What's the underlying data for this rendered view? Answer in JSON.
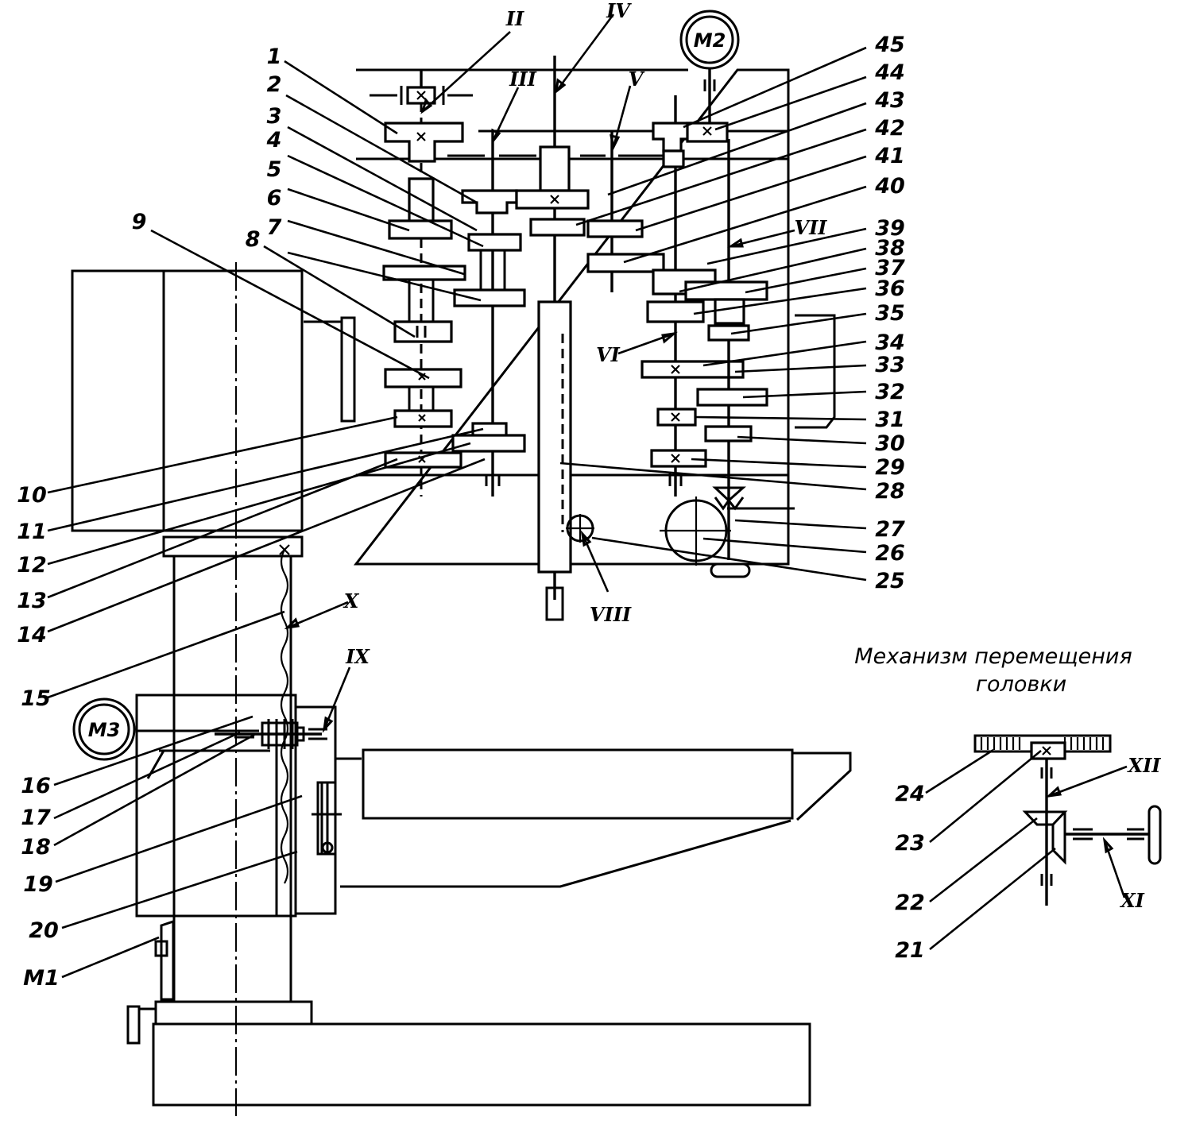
{
  "diagram": {
    "type": "kinematic-scheme",
    "caption_line1": "Механизм перемещения",
    "caption_line2": "головки",
    "motors": {
      "m1": "M1",
      "m2": "M2",
      "m3": "M3"
    },
    "shafts": {
      "II": "II",
      "III": "III",
      "IV": "IV",
      "V": "V",
      "VI": "VI",
      "VII": "VII",
      "VIII": "VIII",
      "IX": "IX",
      "X": "X",
      "XI": "XI",
      "XII": "XII"
    },
    "part_labels": {
      "p1": "1",
      "p2": "2",
      "p3": "3",
      "p4": "4",
      "p5": "5",
      "p6": "6",
      "p7": "7",
      "p8": "8",
      "p9": "9",
      "p10": "10",
      "p11": "11",
      "p12": "12",
      "p13": "13",
      "p14": "14",
      "p15": "15",
      "p16": "16",
      "p17": "17",
      "p18": "18",
      "p19": "19",
      "p20": "20",
      "p21": "21",
      "p22": "22",
      "p23": "23",
      "p24": "24",
      "p25": "25",
      "p26": "26",
      "p27": "27",
      "p28": "28",
      "p29": "29",
      "p30": "30",
      "p31": "31",
      "p32": "32",
      "p33": "33",
      "p34": "34",
      "p35": "35",
      "p36": "36",
      "p37": "37",
      "p38": "38",
      "p39": "39",
      "p40": "40",
      "p41": "41",
      "p42": "42",
      "p43": "43",
      "p44": "44",
      "p45": "45"
    }
  }
}
